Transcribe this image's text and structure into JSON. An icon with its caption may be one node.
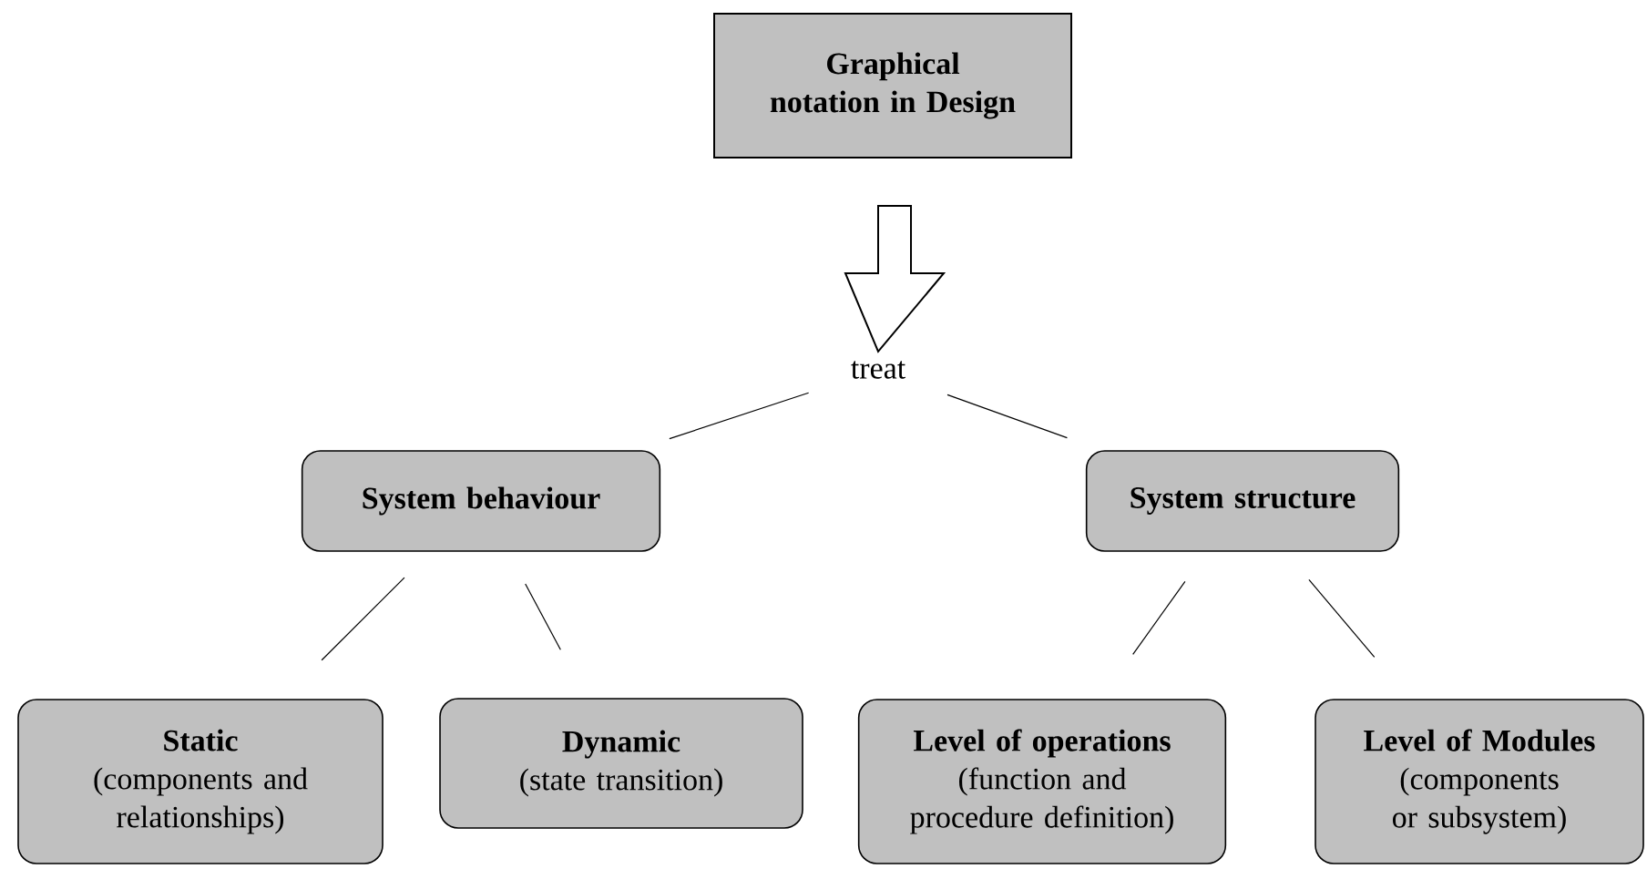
{
  "diagram": {
    "nodes": [
      {
        "text": [
          "Graphical notation in Design"
        ]
      },
      {
        "text": [
          "treat"
        ]
      },
      {
        "text": [
          "System behaviour"
        ]
      },
      {
        "text": [
          "System structure"
        ]
      },
      {
        "text": [
          "Static",
          "(components and relationships)"
        ]
      },
      {
        "text": [
          "Dynamic",
          "(state transition)"
        ]
      },
      {
        "text": [
          "Level of operations",
          "(function and procedure definition)"
        ]
      },
      {
        "text": [
          "Level of Modules",
          "(components or subsystem)"
        ]
      }
    ],
    "edges": [
      {
        "from": 0,
        "to": 1,
        "arrow": "to",
        "style": "thick"
      },
      {
        "from": 1,
        "to": 2,
        "arrow": "none"
      },
      {
        "from": 1,
        "to": 3,
        "arrow": "none"
      },
      {
        "from": 2,
        "to": 4,
        "arrow": "none"
      },
      {
        "from": 2,
        "to": 5,
        "arrow": "none"
      },
      {
        "from": 3,
        "to": 6,
        "arrow": "none"
      },
      {
        "from": 3,
        "to": 7,
        "arrow": "none"
      }
    ]
  }
}
